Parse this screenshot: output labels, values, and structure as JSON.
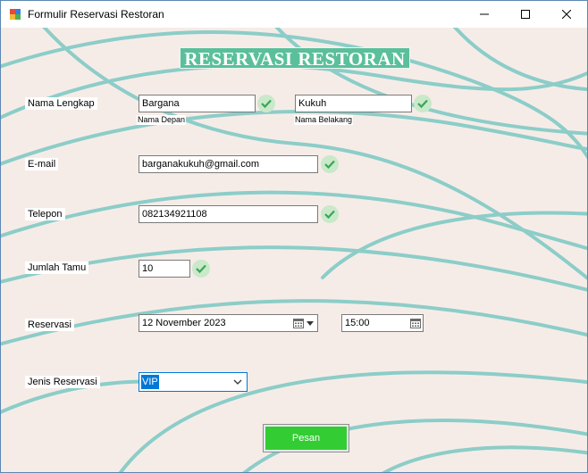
{
  "window": {
    "title": "Formulir Reservasi Restoran"
  },
  "heading": "RESERVASI RESTORAN",
  "form": {
    "nama": {
      "label": "Nama Lengkap",
      "first_value": "Bargana",
      "first_caption": "Nama Depan",
      "last_value": "Kukuh",
      "last_caption": "Nama Belakang"
    },
    "email": {
      "label": "E-mail",
      "value": "barganakukuh@gmail.com"
    },
    "telepon": {
      "label": "Telepon",
      "value": "082134921108"
    },
    "jumlah_tamu": {
      "label": "Jumlah Tamu",
      "value": "10"
    },
    "reservasi": {
      "label": "Reservasi",
      "date_value": "12 November 2023",
      "time_value": "15:00"
    },
    "jenis_reservasi": {
      "label": "Jenis Reservasi",
      "selected": "VIP"
    }
  },
  "buttons": {
    "submit_label": "Pesan"
  },
  "colors": {
    "accent_green": "#33cc33",
    "heading_bg": "#5bbf9c",
    "wave": "#8ccdc8",
    "background": "#f5ece8",
    "check_bg": "#c9e9c9",
    "check_mark": "#3aa55a"
  },
  "icons": [
    "app-icon",
    "minimize-icon",
    "maximize-icon",
    "close-icon",
    "checkmark-icon",
    "calendar-icon",
    "dropdown-arrow-icon"
  ]
}
